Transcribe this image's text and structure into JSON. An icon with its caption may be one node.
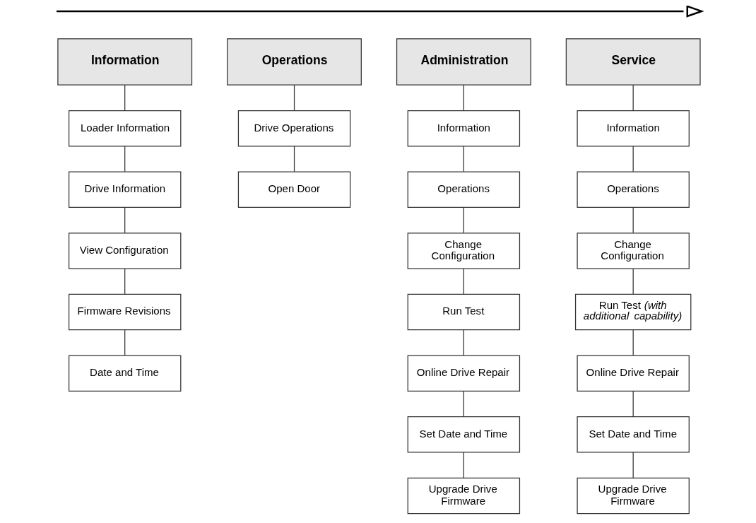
{
  "diagram": {
    "nodes": [
      {
        "text": [
          "Information"
        ]
      },
      {
        "text": [
          "Loader Information"
        ]
      },
      {
        "text": [
          "Drive Information"
        ]
      },
      {
        "text": [
          "View Configuration"
        ]
      },
      {
        "text": [
          "Firmware Revisions"
        ]
      },
      {
        "text": [
          "Date and Time"
        ]
      },
      {
        "text": [
          "Operations"
        ]
      },
      {
        "text": [
          "Drive Operations"
        ]
      },
      {
        "text": [
          "Open Door"
        ]
      },
      {
        "text": [
          "Administration"
        ]
      },
      {
        "text": [
          "Information"
        ]
      },
      {
        "text": [
          "Operations"
        ]
      },
      {
        "text": [
          "Change Configuration"
        ]
      },
      {
        "text": [
          "Run Test"
        ]
      },
      {
        "text": [
          "Online Drive Repair"
        ]
      },
      {
        "text": [
          "Set Date and Time"
        ]
      },
      {
        "text": [
          "Upgrade Drive Firmware"
        ]
      },
      {
        "text": [
          "Service"
        ]
      },
      {
        "text": [
          "Information"
        ]
      },
      {
        "text": [
          "Operations"
        ]
      },
      {
        "text": [
          "Change Configuration"
        ]
      },
      {
        "text": [
          "Run Test *(with additional capability)*"
        ]
      },
      {
        "text": [
          "Online Drive Repair"
        ]
      },
      {
        "text": [
          "Set Date and Time"
        ]
      },
      {
        "text": [
          "Upgrade Drive Firmware"
        ]
      }
    ],
    "edges": [
      {
        "from": 0,
        "to": 1,
        "arrow": "none"
      },
      {
        "from": 1,
        "to": 2,
        "arrow": "none"
      },
      {
        "from": 2,
        "to": 3,
        "arrow": "none"
      },
      {
        "from": 3,
        "to": 4,
        "arrow": "none"
      },
      {
        "from": 4,
        "to": 5,
        "arrow": "none"
      },
      {
        "from": 6,
        "to": 7,
        "arrow": "none"
      },
      {
        "from": 7,
        "to": 8,
        "arrow": "none"
      },
      {
        "from": 9,
        "to": 10,
        "arrow": "none"
      },
      {
        "from": 10,
        "to": 11,
        "arrow": "none"
      },
      {
        "from": 11,
        "to": 12,
        "arrow": "none"
      },
      {
        "from": 12,
        "to": 13,
        "arrow": "none"
      },
      {
        "from": 13,
        "to": 14,
        "arrow": "none"
      },
      {
        "from": 14,
        "to": 15,
        "arrow": "none"
      },
      {
        "from": 15,
        "to": 16,
        "arrow": "none"
      },
      {
        "from": 17,
        "to": 18,
        "arrow": "none"
      },
      {
        "from": 18,
        "to": 19,
        "arrow": "none"
      },
      {
        "from": 19,
        "to": 20,
        "arrow": "none"
      },
      {
        "from": 20,
        "to": 21,
        "arrow": "none"
      },
      {
        "from": 21,
        "to": 22,
        "arrow": "none"
      },
      {
        "from": 22,
        "to": 23,
        "arrow": "none"
      },
      {
        "from": 23,
        "to": 24,
        "arrow": "none"
      }
    ]
  }
}
